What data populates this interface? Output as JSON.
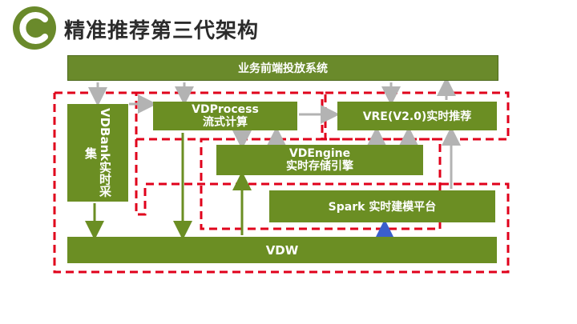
{
  "title": "精准推荐第三代架构",
  "boxes": {
    "frontend": "业务前端投放系统",
    "vdbank_name": "VDBank",
    "vdbank_desc": "实时采集",
    "vdprocess_name": "VDProcess",
    "vdprocess_desc": "流式计算",
    "vre": "VRE(V2.0)实时推荐",
    "vdengine_name": "VDEngine",
    "vdengine_desc": "实时存储引擎",
    "spark": "Spark 实时建模平台",
    "vdw": "VDW"
  },
  "colors": {
    "box_fill": "#6b8e23",
    "dashed_border": "#e0001b",
    "grey_arrow": "#b3b3b3",
    "green_arrow": "#6b8e23",
    "blue_arrow": "#3a5fcd"
  }
}
